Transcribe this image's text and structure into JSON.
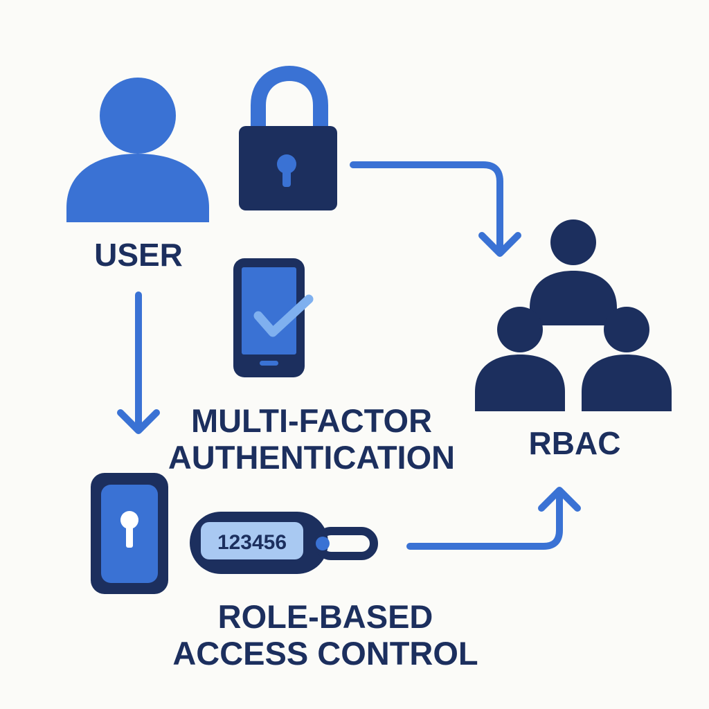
{
  "colors": {
    "background": "#fbfbf8",
    "primary_blue": "#3a72d4",
    "dark_navy": "#1c2f5e",
    "light_blue": "#a9c9f2",
    "check_blue": "#7fb0ef"
  },
  "nodes": {
    "user": {
      "label": "USER",
      "icon": "user-icon"
    },
    "lock": {
      "icon": "padlock-icon"
    },
    "phone": {
      "icon": "phone-check-icon"
    },
    "mfa": {
      "line1": "MULTI-FACTOR",
      "line2": "AUTHENTICATION"
    },
    "keycard": {
      "icon": "keycard-icon"
    },
    "token": {
      "code": "123456",
      "icon": "token-key-fob-icon"
    },
    "role": {
      "line1": "ROLE-BASED",
      "line2": "ACCESS CONTROL"
    },
    "rbac": {
      "label": "RBAC",
      "icon": "user-group-icon"
    }
  },
  "edges": [
    {
      "from": "user",
      "to": "mfa",
      "icon": "arrow-down-icon"
    },
    {
      "from": "lock",
      "to": "rbac",
      "icon": "arrow-elbow-down-icon"
    },
    {
      "from": "token",
      "to": "rbac",
      "icon": "arrow-elbow-up-icon"
    }
  ]
}
